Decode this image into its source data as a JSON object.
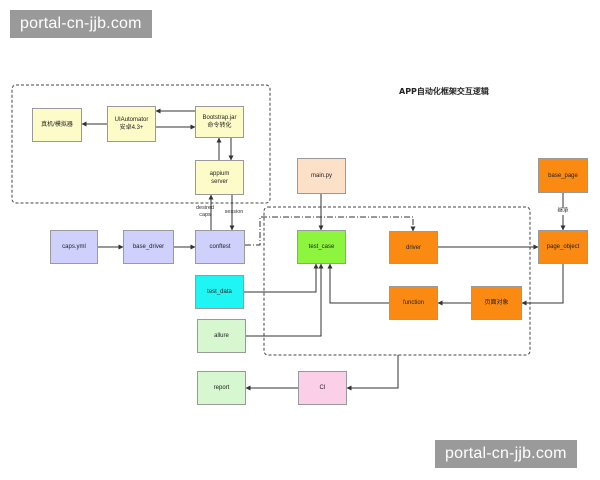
{
  "watermark": {
    "top": "portal-cn-jjb.com",
    "bottom": "portal-cn-jjb.com"
  },
  "diagram": {
    "title": "APP自动化框架交互逻辑",
    "nodes": {
      "device": {
        "label": "真机/模拟器"
      },
      "uiautomator": {
        "line1": "UIAutomator",
        "line2": "安卓4.3+"
      },
      "bootstrap": {
        "line1": "Bootstrap.jar",
        "line2": "命令转化"
      },
      "appium": {
        "line1": "appium",
        "line2": "server"
      },
      "caps": {
        "label": "caps.yml"
      },
      "base_driver": {
        "label": "base_driver"
      },
      "conftest": {
        "label": "conftest"
      },
      "test_data": {
        "label": "test_data"
      },
      "allure": {
        "label": "allure"
      },
      "report": {
        "label": "report"
      },
      "main": {
        "label": "main.py"
      },
      "test_case": {
        "label": "test_case"
      },
      "driver": {
        "label": "driver"
      },
      "function": {
        "label": "function"
      },
      "page_action": {
        "label": "页面对象"
      },
      "base_page": {
        "label": "base_page"
      },
      "page_object": {
        "label": "page_object"
      },
      "ci": {
        "label": "CI"
      }
    },
    "edge_labels": {
      "desired_caps_1": "desired",
      "desired_caps_2": "caps",
      "session": "session",
      "inherit": "继承"
    }
  }
}
